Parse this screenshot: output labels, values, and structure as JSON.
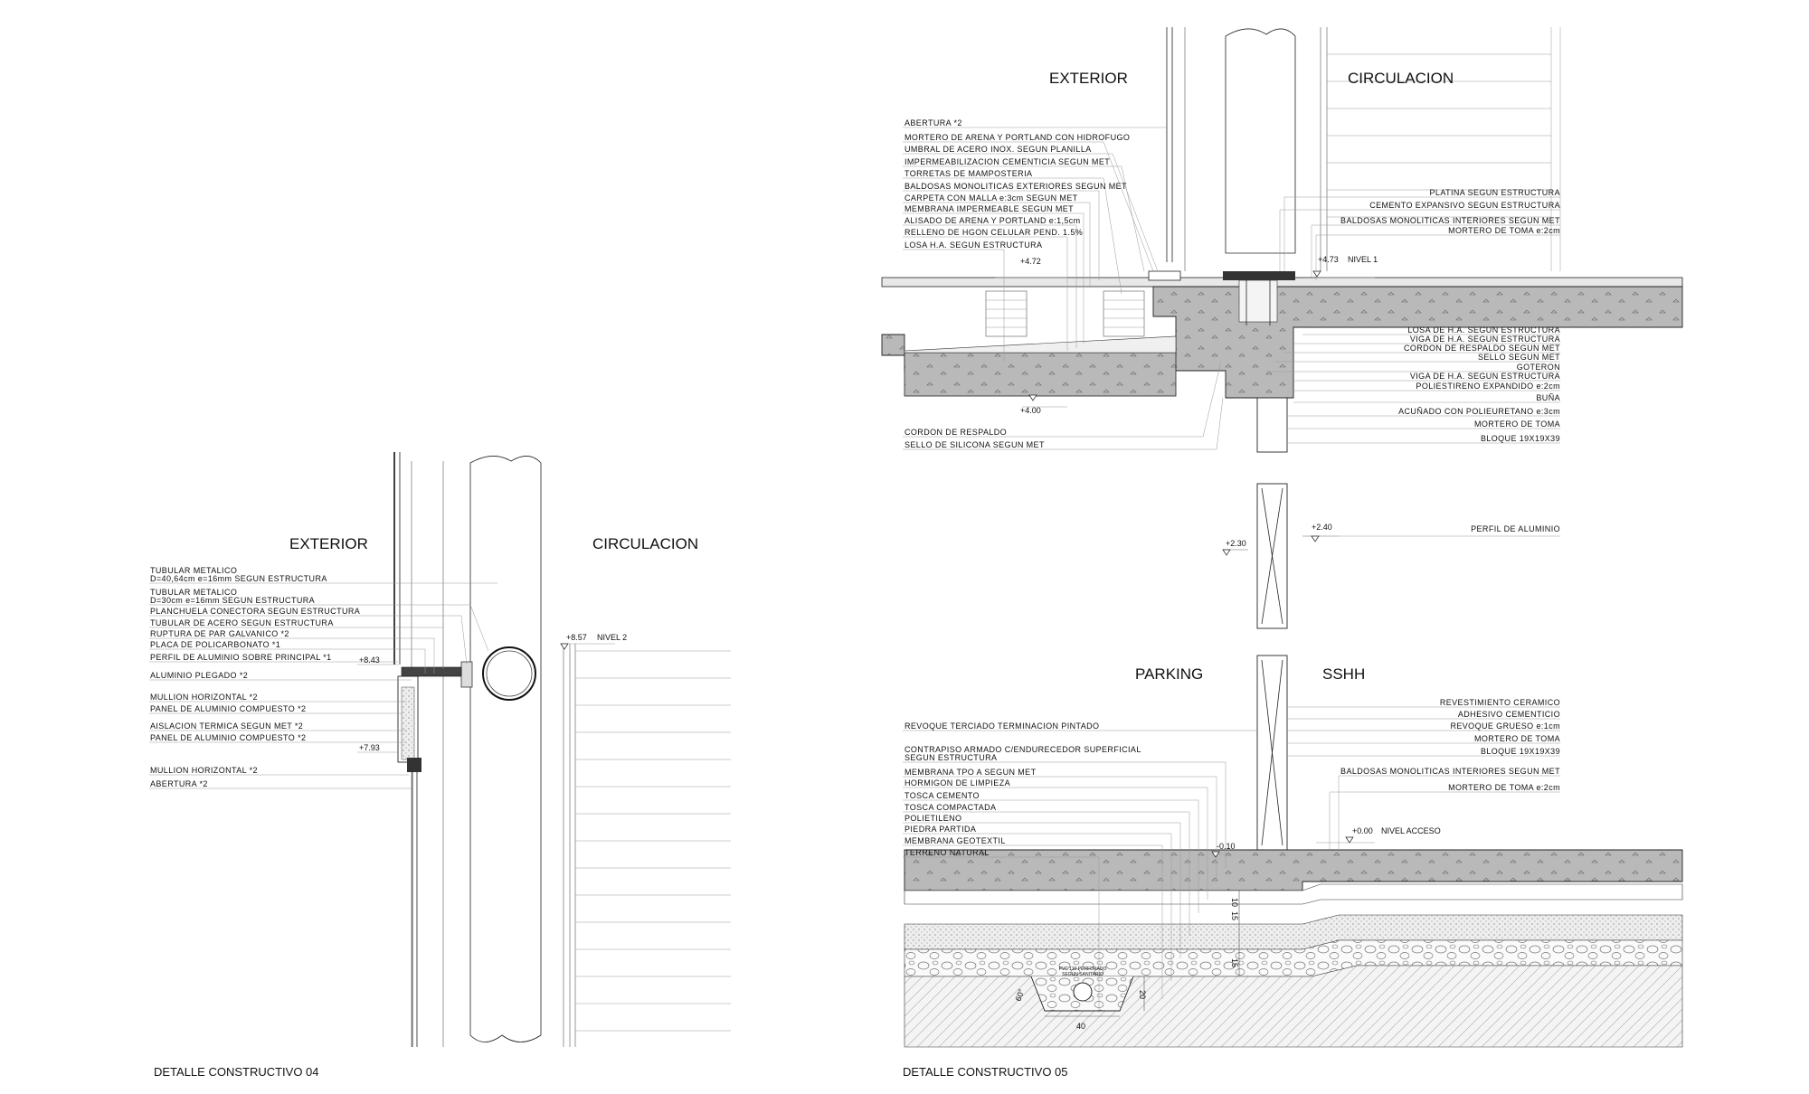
{
  "detail_04": {
    "caption": "DETALLE CONSTRUCTIVO 04",
    "exterior": "EXTERIOR",
    "circulacion": "CIRCULACION",
    "labels": [
      "TUBULAR METALICO",
      "D=40,64cm e=16mm SEGUN ESTRUCTURA",
      "TUBULAR METALICO",
      "D=30cm e=16mm SEGUN ESTRUCTURA",
      "PLANCHUELA CONECTORA SEGUN ESTRUCTURA",
      "TUBULAR DE ACERO SEGUN ESTRUCTURA",
      "RUPTURA DE PAR GALVANICO *2",
      "PLACA DE POLICARBONATO *1",
      "PERFIL DE ALUMINIO SOBRE PRINCIPAL *1",
      "ALUMINIO PLEGADO *2",
      "MULLION HORIZONTAL *2",
      "PANEL DE ALUMINIO COMPUESTO *2",
      "AISLACION TERMICA SEGUN MET *2",
      "PANEL DE ALUMINIO COMPUESTO *2",
      "MULLION HORIZONTAL *2",
      "ABERTURA *2"
    ],
    "level_843": "+8.43",
    "level_793": "+7.93",
    "level_857": "+8.57",
    "nivel_2": "NIVEL 2"
  },
  "detail_05": {
    "caption": "DETALLE CONSTRUCTIVO 05",
    "exterior": "EXTERIOR",
    "circulacion": "CIRCULACION",
    "parking": "PARKING",
    "sshh": "SSHH",
    "left_labels_top": [
      "ABERTURA *2",
      "MORTERO DE ARENA Y PORTLAND CON HIDROFUGO",
      "UMBRAL DE ACERO INOX. SEGUN PLANILLA",
      "IMPERMEABILIZACION CEMENTICIA SEGUN MET",
      "TORRETAS DE MAMPOSTERIA",
      "BALDOSAS MONOLITICAS EXTERIORES SEGUN MET",
      "CARPETA CON MALLA e:3cm SEGUN MET",
      "MEMBRANA IMPERMEABLE SEGUN MET",
      "ALISADO DE ARENA Y PORTLAND e:1,5cm",
      "RELLENO DE HGON CELULAR PEND. 1.5%",
      "LOSA H.A. SEGUN ESTRUCTURA"
    ],
    "right_labels_top": [
      "PLATINA SEGUN ESTRUCTURA",
      "CEMENTO EXPANSIVO SEGUN ESTRUCTURA",
      "BALDOSAS MONOLITICAS INTERIORES SEGUN MET",
      "MORTERO DE TOMA e:2cm"
    ],
    "right_labels_mid": [
      "LOSA DE H.A. SEGUN ESTRUCTURA",
      "VIGA DE H.A. SEGUN ESTRUCTURA",
      "CORDON DE RESPALDO SEGUN MET",
      "SELLO SEGUN MET",
      "GOTERON",
      "VIGA DE H.A. SEGUN ESTRUCTURA",
      "POLIESTIRENO EXPANDIDO e:2cm",
      "BUÑA",
      "ACUÑADO CON POLIEURETANO e:3cm",
      "MORTERO DE TOMA",
      "BLOQUE 19X19X39"
    ],
    "left_labels_mid": [
      "CORDON DE RESPALDO",
      "SELLO DE SILICONA SEGUN MET"
    ],
    "level_472": "+4.72",
    "level_473": "+4.73",
    "nivel_1": "NIVEL 1",
    "level_400": "+4.00",
    "level_240": "+2.40",
    "level_230": "+2.30",
    "perfil_aluminio": "PERFIL DE ALUMINIO",
    "right_labels_bottom": [
      "REVESTIMIENTO CERAMICO",
      "ADHESIVO CEMENTICIO",
      "REVOQUE GRUESO e:1cm",
      "MORTERO DE TOMA",
      "BLOQUE 19X19X39",
      "BALDOSAS MONOLITICAS INTERIORES SEGUN MET",
      "MORTERO DE TOMA e:2cm"
    ],
    "left_labels_bottom": [
      "REVOQUE TERCIADO TERMINACION PINTADO",
      "CONTRAPISO ARMADO C/ENDURECEDOR SUPERFICIAL",
      "SEGUN ESTRUCTURA",
      "MEMBRANA TPO A SEGUN MET",
      "HORMIGON DE LIMPIEZA",
      "TOSCA CEMENTO",
      "TOSCA COMPACTADA",
      "POLIETILENO",
      "PIEDRA PARTIDA",
      "MEMBRANA GEOTEXTIL",
      "TERRENO NATURAL"
    ],
    "level_000": "+0.00",
    "nivel_acceso": "NIVEL ACCESO",
    "level_010": "-0.10",
    "dims": [
      "10",
      "15",
      "15",
      "20",
      "40",
      "60°"
    ],
    "pipe_note_1": "PVC 110 PERFORADO",
    "pipe_note_2": "SEGUN SANITARIO"
  }
}
